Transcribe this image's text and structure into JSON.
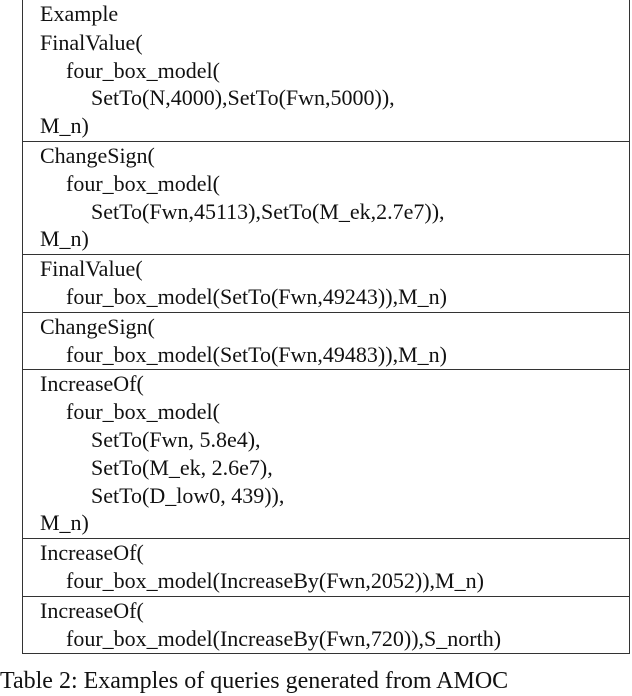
{
  "table": {
    "header": "Example",
    "rows": [
      {
        "lines": [
          {
            "indent": 0,
            "text": "FinalValue("
          },
          {
            "indent": 1,
            "text": "four_box_model("
          },
          {
            "indent": 2,
            "text": "SetTo(N,4000),SetTo(Fwn,5000)),"
          },
          {
            "indent": 0,
            "text": "M_n)"
          }
        ]
      },
      {
        "lines": [
          {
            "indent": 0,
            "text": "ChangeSign("
          },
          {
            "indent": 1,
            "text": "four_box_model("
          },
          {
            "indent": 2,
            "text": "SetTo(Fwn,45113),SetTo(M_ek,2.7e7)),"
          },
          {
            "indent": 0,
            "text": "M_n)"
          }
        ]
      },
      {
        "lines": [
          {
            "indent": 0,
            "text": "FinalValue("
          },
          {
            "indent": 1,
            "text": "four_box_model(SetTo(Fwn,49243)),M_n)"
          }
        ]
      },
      {
        "lines": [
          {
            "indent": 0,
            "text": "ChangeSign("
          },
          {
            "indent": 1,
            "text": "four_box_model(SetTo(Fwn,49483)),M_n)"
          }
        ]
      },
      {
        "lines": [
          {
            "indent": 0,
            "text": "IncreaseOf("
          },
          {
            "indent": 1,
            "text": "four_box_model("
          },
          {
            "indent": 2,
            "text": "SetTo(Fwn, 5.8e4),"
          },
          {
            "indent": 2,
            "text": "SetTo(M_ek, 2.6e7),"
          },
          {
            "indent": 2,
            "text": "SetTo(D_low0, 439)),"
          },
          {
            "indent": 0,
            "text": "M_n)"
          }
        ]
      },
      {
        "lines": [
          {
            "indent": 0,
            "text": "IncreaseOf("
          },
          {
            "indent": 1,
            "text": "four_box_model(IncreaseBy(Fwn,2052)),M_n)"
          }
        ]
      },
      {
        "lines": [
          {
            "indent": 0,
            "text": "IncreaseOf("
          },
          {
            "indent": 1,
            "text": "four_box_model(IncreaseBy(Fwn,720)),S_north)"
          }
        ]
      }
    ]
  },
  "caption": "Table 2: Examples of queries generated from AMOC"
}
